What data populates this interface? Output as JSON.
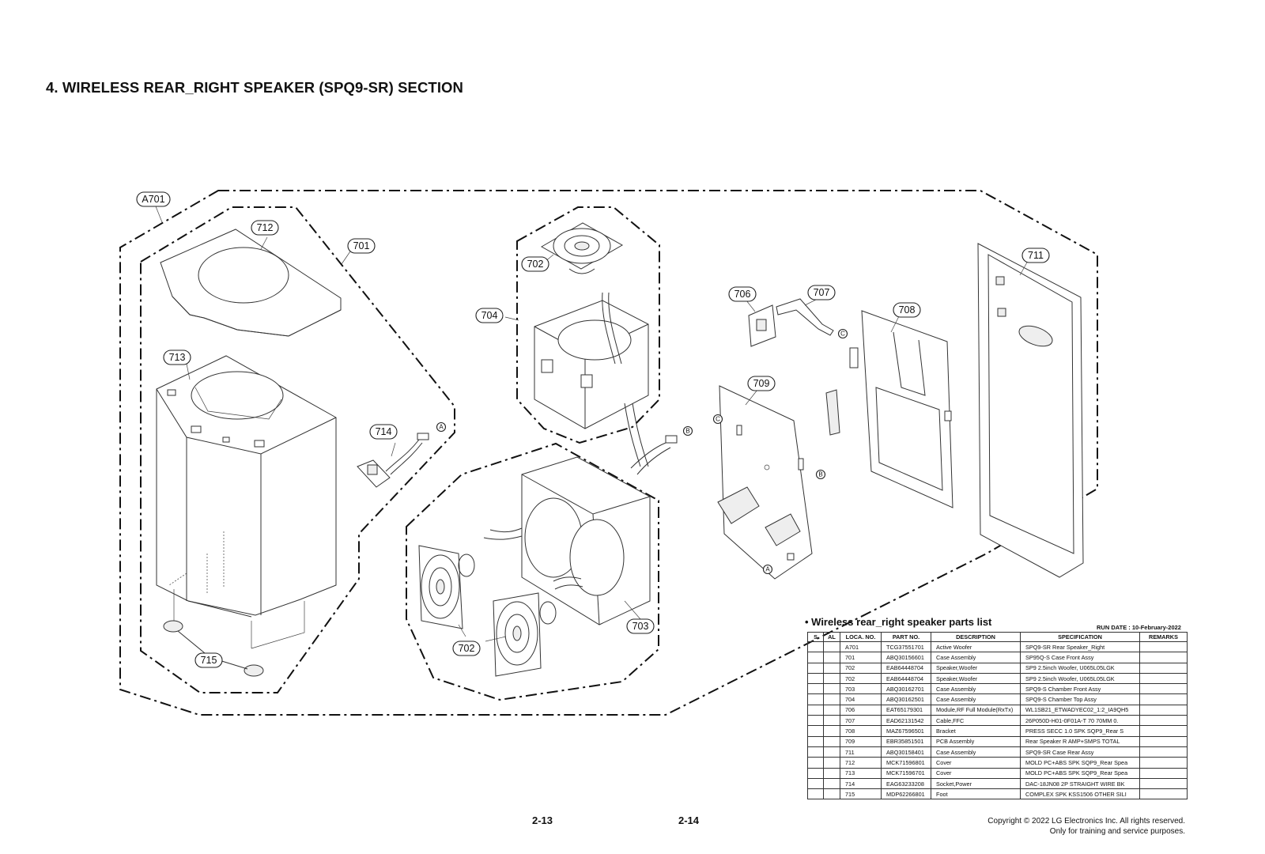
{
  "page_title": "4. WIRELESS REAR_RIGHT SPEAKER (SPQ9-SR) SECTION",
  "callouts": {
    "A701": "A701",
    "p701": "701",
    "p702a": "702",
    "p702b": "702",
    "p703": "703",
    "p704": "704",
    "p706": "706",
    "p707": "707",
    "p708": "708",
    "p709": "709",
    "p711": "711",
    "p712": "712",
    "p713": "713",
    "p714": "714",
    "p715": "715"
  },
  "connectors": {
    "A": "A",
    "B": "B",
    "C": "C"
  },
  "parts_list": {
    "heading": "• Wireless rear_right speaker parts list",
    "run_date": "RUN DATE : 10-February-2022",
    "columns": [
      "S",
      "AL",
      "LOCA. NO.",
      "PART NO.",
      "DESCRIPTION",
      "SPECIFICATION",
      "REMARKS"
    ],
    "rows": [
      [
        "",
        "",
        "A701",
        "TCG37551701",
        "Active Woofer",
        "SPQ9-SR Rear Speaker_Right",
        ""
      ],
      [
        "",
        "",
        "701",
        "ABQ30156601",
        "Case Assembly",
        "SP95Q-S Case Front Assy",
        ""
      ],
      [
        "",
        "",
        "702",
        "EAB64448704",
        "Speaker,Woofer",
        "SP9 2.5inch Woofer, U065L05LGK",
        ""
      ],
      [
        "",
        "",
        "702",
        "EAB64448704",
        "Speaker,Woofer",
        "SP9 2.5inch Woofer, U065L05LGK",
        ""
      ],
      [
        "",
        "",
        "703",
        "ABQ30162701",
        "Case Assembly",
        "SPQ9-S Chamber Front Assy",
        ""
      ],
      [
        "",
        "",
        "704",
        "ABQ30162501",
        "Case Assembly",
        "SPQ9-S Chamber Top Assy",
        ""
      ],
      [
        "",
        "",
        "706",
        "EAT65179301",
        "Module,RF Full Module(RxTx)",
        "WL1SB21_ETWADYEC02_1:2_IA9QH5",
        ""
      ],
      [
        "",
        "",
        "707",
        "EAD62131542",
        "Cable,FFC",
        "26P050D-H01-0F01A-T 70 70MM 0.",
        ""
      ],
      [
        "",
        "",
        "708",
        "MAZ67596501",
        "Bracket",
        "PRESS SECC 1.0 SPK SQP9_Rear S",
        ""
      ],
      [
        "",
        "",
        "709",
        "EBR35851501",
        "PCB Assembly",
        "Rear Speaker R AMP+SMPS TOTAL",
        ""
      ],
      [
        "",
        "",
        "711",
        "ABQ30158401",
        "Case Assembly",
        "SPQ9-SR Case Rear Assy",
        ""
      ],
      [
        "",
        "",
        "712",
        "MCK71596801",
        "Cover",
        "MOLD PC+ABS SPK SQP9_Rear Spea",
        ""
      ],
      [
        "",
        "",
        "713",
        "MCK71596701",
        "Cover",
        "MOLD PC+ABS SPK SQP9_Rear Spea",
        ""
      ],
      [
        "",
        "",
        "714",
        "EAG63233208",
        "Socket,Power",
        "DAC-18JN08 2P STRAIGHT WIRE BK",
        ""
      ],
      [
        "",
        "",
        "715",
        "MDP62266801",
        "Foot",
        "COMPLEX SPK KSS1506 OTHER SILI",
        ""
      ]
    ]
  },
  "footer": {
    "page_left": "2-13",
    "page_right": "2-14",
    "copyright_line1": "Copyright © 2022 LG Electronics Inc. All rights reserved.",
    "copyright_line2": "Only for training and service purposes."
  }
}
